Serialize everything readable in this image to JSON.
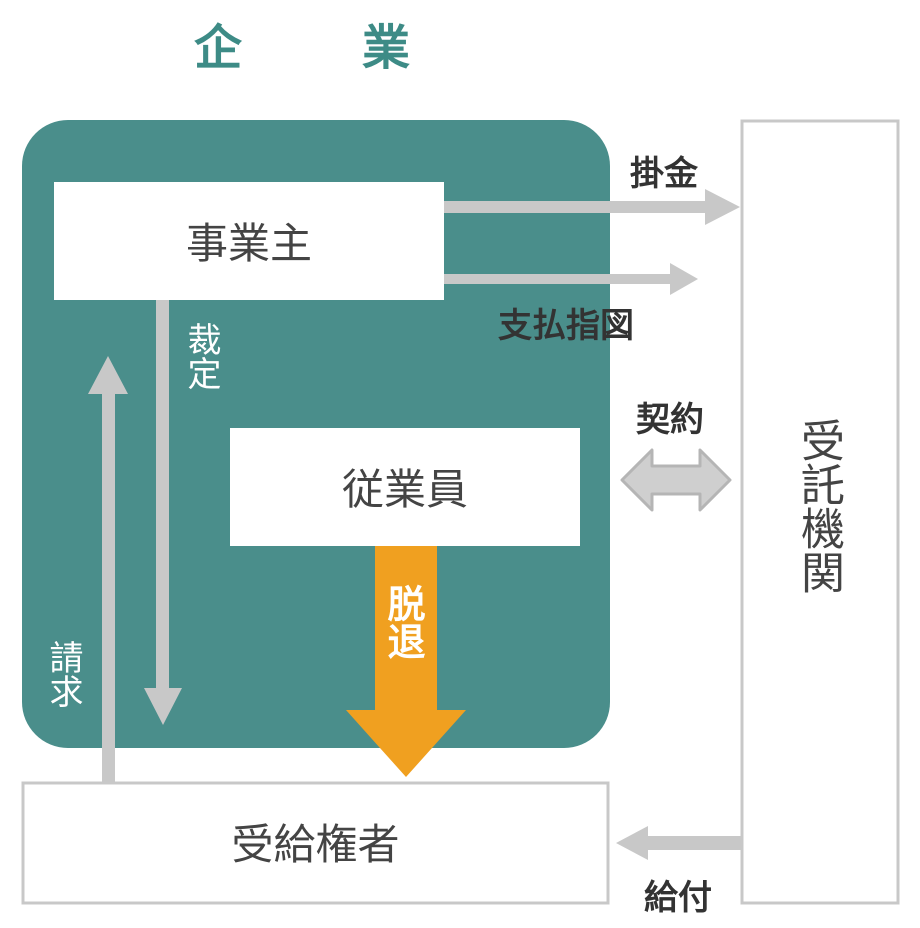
{
  "heading": "企　業",
  "boxes": {
    "employer": "事業主",
    "employee": "従業員",
    "beneficiary": "受給権者",
    "trustee": "受託機関"
  },
  "arrows": {
    "contribution": "掛金",
    "payment_instruction": "支払指図",
    "contract": "契約",
    "adjudication": "裁定",
    "claim": "請求",
    "withdrawal": "脱退",
    "benefit_payment": "給付"
  },
  "colors": {
    "enterprise_fill": "#4a8e8b",
    "heading": "#3d8b86",
    "arrow_gray": "#c8c8c8",
    "withdrawal_orange": "#f0a020",
    "box_border": "#c8c8c8"
  }
}
